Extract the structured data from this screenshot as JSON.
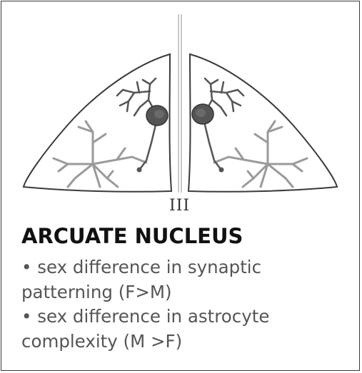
{
  "ventricle_label": "III",
  "title": "ARCUATE NUCLEUS",
  "bullets": [
    {
      "line1": "• sex difference in synaptic",
      "line2": "patterning (F>M)"
    },
    {
      "line1": "• sex difference in astrocyte",
      "line2": "complexity (M >F)"
    }
  ],
  "colors": {
    "outline": "#3a3a3a",
    "neuron": "#555555",
    "astrocyte": "#9a9a9a",
    "ventricle": "#c8c8c8"
  }
}
